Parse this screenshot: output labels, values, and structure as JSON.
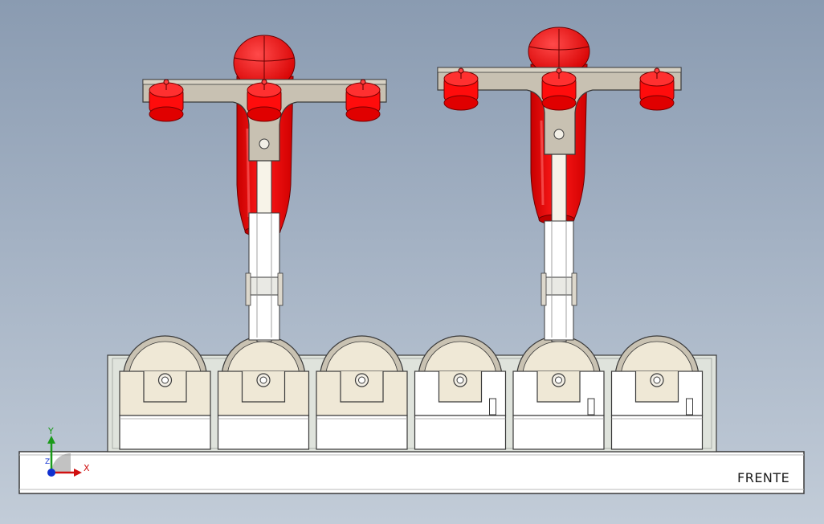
{
  "view": {
    "orientation_label": "FRENTE"
  },
  "triad": {
    "axis_y": "Y",
    "axis_x": "X",
    "axis_z": "Z"
  },
  "colors": {
    "background_top": "#8a9bb1",
    "background_bottom": "#c2ccd8",
    "red_part": "#ff0000",
    "cream_part": "#efe8d6",
    "gray_part": "#c9c2b2",
    "frame_gray": "#d7ddd8",
    "base_white": "#ffffff",
    "outline": "#3a3a3a"
  },
  "model": {
    "assemblies": 2,
    "holder_blocks": 6
  }
}
